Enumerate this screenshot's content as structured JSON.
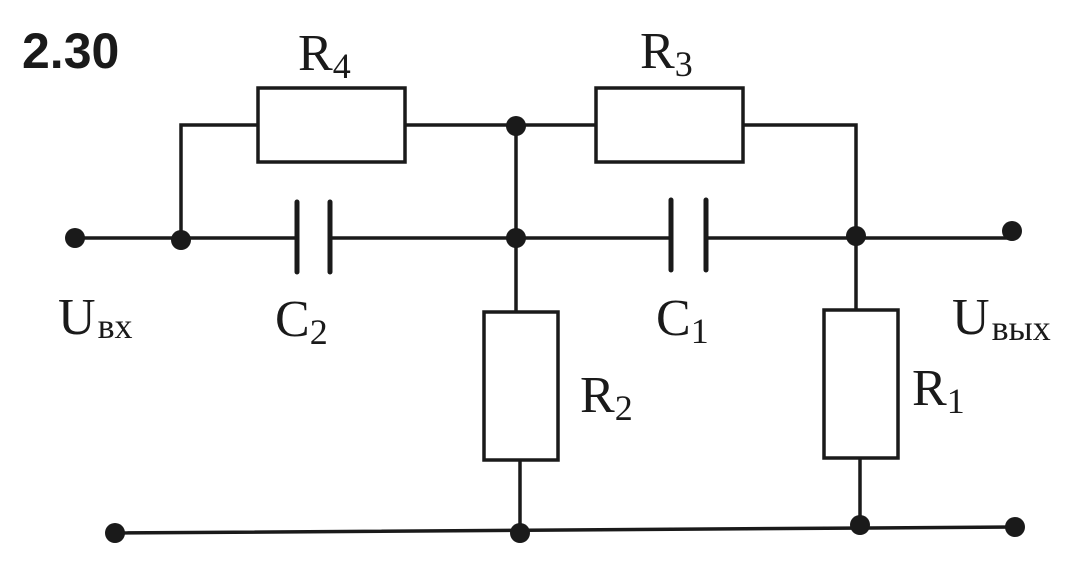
{
  "problem_number": "2.30",
  "components": {
    "r4": {
      "base": "R",
      "sub": "4"
    },
    "r3": {
      "base": "R",
      "sub": "3"
    },
    "r2": {
      "base": "R",
      "sub": "2"
    },
    "r1": {
      "base": "R",
      "sub": "1"
    },
    "c2": {
      "base": "C",
      "sub": "2"
    },
    "c1": {
      "base": "C",
      "sub": "1"
    }
  },
  "terminals": {
    "input": {
      "base": "U",
      "sub": "вх"
    },
    "output": {
      "base": "U",
      "sub": "вых"
    }
  },
  "colors": {
    "ink": "#1a1a1a",
    "background": "#ffffff"
  }
}
